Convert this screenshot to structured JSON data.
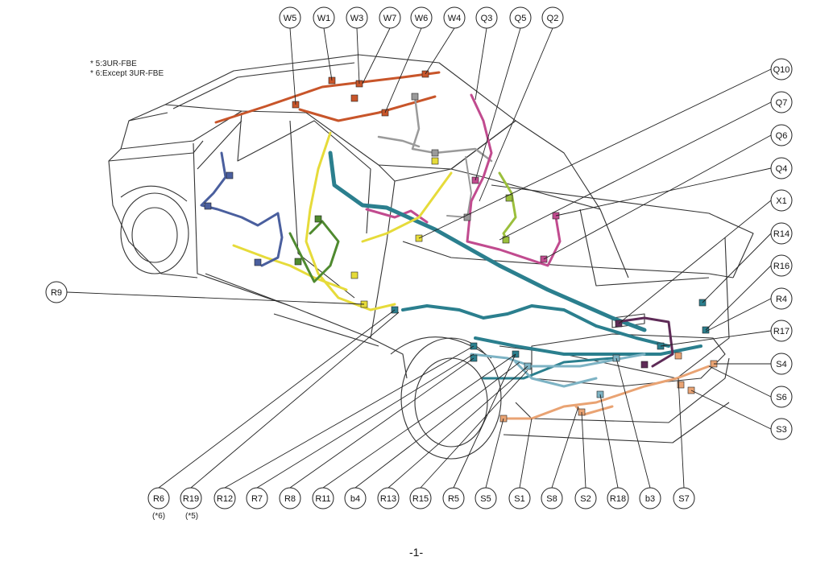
{
  "notes": [
    "* 5:3UR-FBE",
    "* 6:Except 3UR-FBE"
  ],
  "page_number": "-1-",
  "wire_colors": {
    "orange_red": "#c8552a",
    "grey": "#9a9a9a",
    "magenta": "#c14b8f",
    "teal": "#2b7f8e",
    "light_teal": "#7db3c4",
    "yellow": "#e6db3a",
    "green": "#4f8a2f",
    "lime": "#9bbf3c",
    "navy": "#4a5f9e",
    "peach": "#e9a373",
    "purple": "#5e2b57"
  },
  "callouts_top": [
    "W5",
    "W1",
    "W3",
    "W7",
    "W6",
    "W4",
    "Q3",
    "Q5",
    "Q2"
  ],
  "callouts_right": [
    "Q10",
    "Q7",
    "Q6",
    "Q4",
    "X1",
    "R14",
    "R16",
    "R4",
    "R17",
    "S4",
    "S6",
    "S3"
  ],
  "callouts_left": [
    "R9"
  ],
  "callouts_bottom": [
    "R6",
    "R19",
    "R12",
    "R7",
    "R8",
    "R11",
    "b4",
    "R13",
    "R15",
    "R5",
    "S5",
    "S1",
    "S8",
    "S2",
    "R18",
    "b3",
    "S7"
  ],
  "bottom_notes": {
    "R6": "(*6)",
    "R19": "(*5)"
  }
}
